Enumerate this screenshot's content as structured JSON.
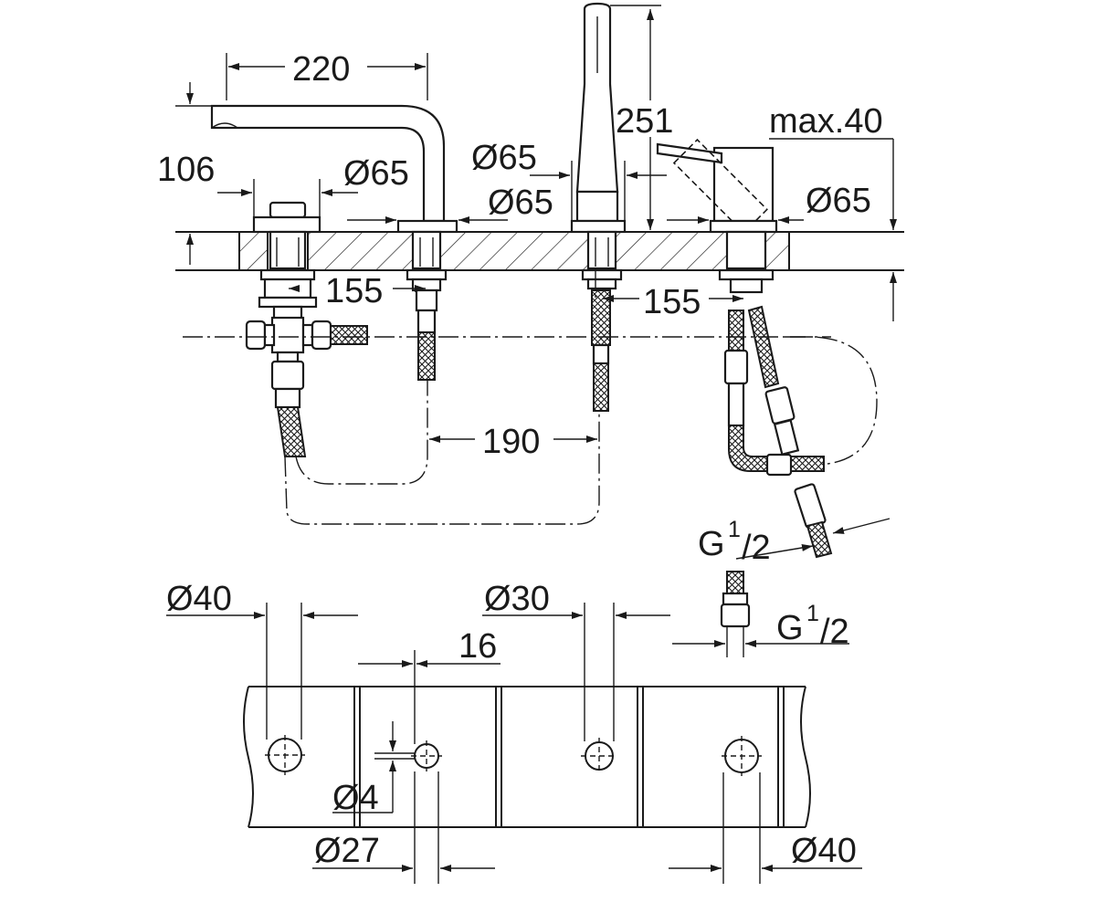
{
  "labels": {
    "d220": "220",
    "d106": "106",
    "d65_a": "Ø65",
    "d65_b": "Ø65",
    "d65_c": "Ø65",
    "d65_d": "Ø65",
    "d251": "251",
    "max40": "max.40",
    "d155_a": "155",
    "d155_b": "155",
    "d190": "190",
    "g_thread_1": "G",
    "g_thread_1_sup": "1",
    "g_thread_1_den": "/2",
    "g_thread_2": "G",
    "g_thread_2_sup": "1",
    "g_thread_2_den": "/2",
    "d40_a": "Ø40",
    "d30": "Ø30",
    "d16": "16",
    "d4": "Ø4",
    "d27": "Ø27",
    "d40_b": "Ø40"
  }
}
